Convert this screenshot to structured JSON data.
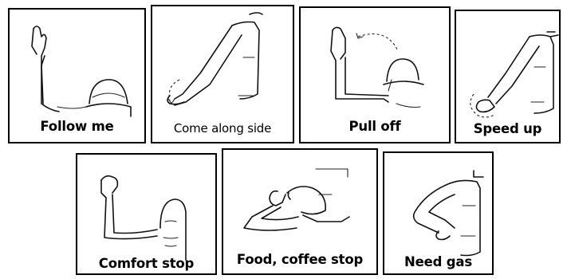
{
  "signals": [
    {
      "caption": "Follow me",
      "illustration": "raised-hand-icon"
    },
    {
      "caption": "Come along side",
      "illustration": "arm-swing-forward-icon"
    },
    {
      "caption": "Pull off",
      "illustration": "arm-point-over-icon"
    },
    {
      "caption": "Speed up",
      "illustration": "arm-down-circle-icon"
    },
    {
      "caption": "Comfort stop",
      "illustration": "raised-fist-icon"
    },
    {
      "caption": "Food, coffee stop",
      "illustration": "hand-to-mouth-icon"
    },
    {
      "caption": "Need gas",
      "illustration": "hand-to-tank-icon"
    }
  ],
  "colors": {
    "ink": "#111111",
    "frame": "#000000",
    "background": "#ffffff"
  }
}
